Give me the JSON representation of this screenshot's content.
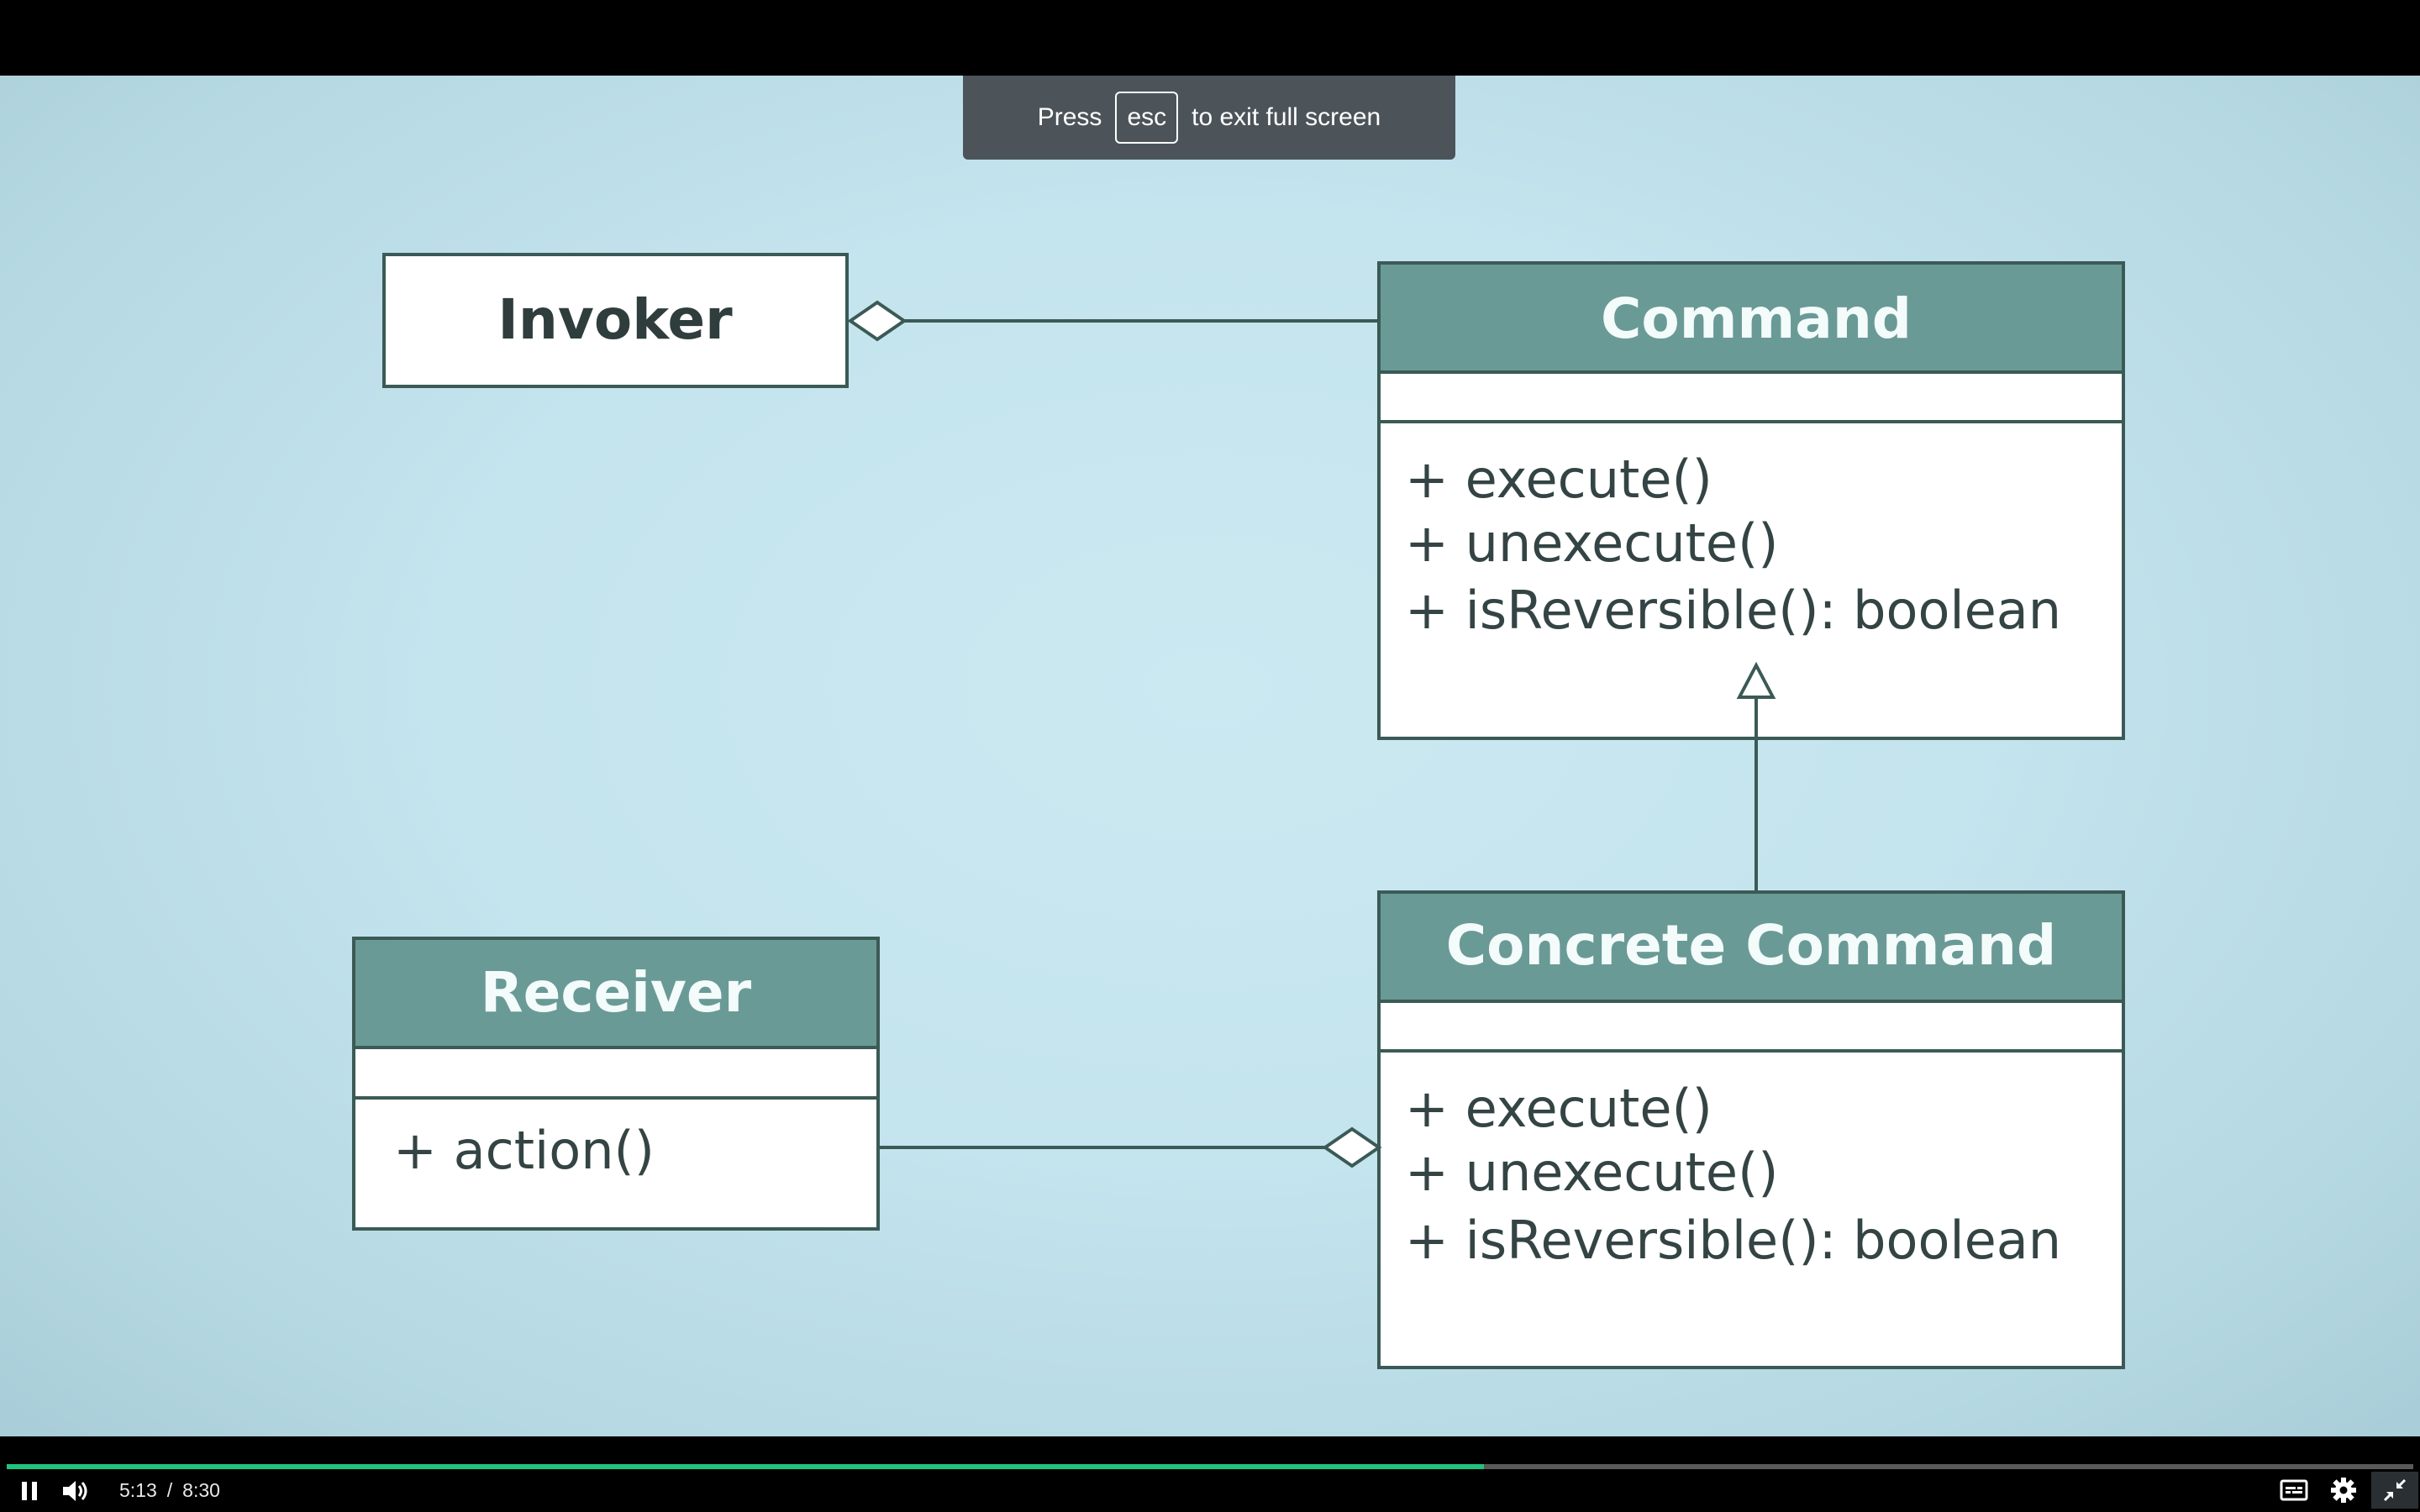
{
  "toast": {
    "press": "Press",
    "key": "esc",
    "rest": "to exit full screen"
  },
  "diagram": {
    "invoker": {
      "title": "Invoker"
    },
    "command": {
      "title": "Command",
      "methods": [
        "+ execute()",
        "+ unexecute()",
        "+ isReversible(): boolean"
      ]
    },
    "receiver": {
      "title": "Receiver",
      "methods": [
        "+ action()"
      ]
    },
    "concrete_command": {
      "title": "Concrete Command",
      "methods": [
        "+ execute()",
        "+ unexecute()",
        "+ isReversible(): boolean"
      ]
    },
    "relations": [
      {
        "from": "Invoker",
        "to": "Command",
        "type": "aggregation"
      },
      {
        "from": "Concrete Command",
        "to": "Command",
        "type": "generalization"
      },
      {
        "from": "Concrete Command",
        "to": "Receiver",
        "type": "aggregation"
      }
    ]
  },
  "player": {
    "current_time": "5:13",
    "separator": "/",
    "duration": "8:30",
    "progress_fraction": 0.614,
    "accent_color": "#1fc37f",
    "icons": {
      "play_pause": "pause-icon",
      "volume": "volume-icon",
      "captions": "captions-icon",
      "settings": "gear-icon",
      "fullscreen": "exit-fullscreen-icon"
    }
  },
  "colors": {
    "header_fill": "#6a9a96",
    "line": "#3b5a56",
    "box_fill": "#ffffff"
  }
}
